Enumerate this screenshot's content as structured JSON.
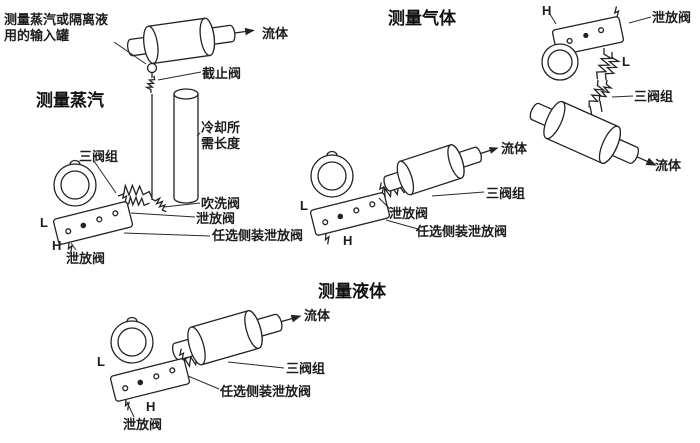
{
  "page": {
    "background_color": "#ffffff",
    "line_color": "#232323"
  },
  "sections": {
    "steam": {
      "title": "测量蒸汽",
      "labels": {
        "input_tank": "测量蒸汽或隔离液用的输入罐",
        "fluid": "流体",
        "shutoff_valve": "截止阀",
        "cooling_length": "冷却所需长度",
        "three_valve_manifold": "三阀组",
        "purge_valve": "吹洗阀",
        "side_drain_valve": "泄放阀",
        "optional_side_drain_valve": "任选侧装泄放阀",
        "port_low": "L",
        "port_high": "H",
        "drain_valve": "泄放阀"
      }
    },
    "gas": {
      "title": "测量气体",
      "left_unit": {
        "fluid": "流体",
        "three_valve_manifold": "三阀组",
        "drain_valve": "泄放阀",
        "optional_side_drain_valve": "任选侧装泄放阀",
        "port_low": "L",
        "port_high": "H"
      },
      "right_unit": {
        "port_high": "H",
        "drain_valve": "泄放阀",
        "port_low": "L",
        "three_valve_manifold": "三阀组",
        "fluid": "流体"
      }
    },
    "liquid": {
      "title": "测量液体",
      "labels": {
        "fluid": "流体",
        "three_valve_manifold": "三阀组",
        "optional_side_drain_valve": "任选侧装泄放阀",
        "port_low": "L",
        "port_high": "H",
        "drain_valve": "泄放阀"
      }
    }
  }
}
